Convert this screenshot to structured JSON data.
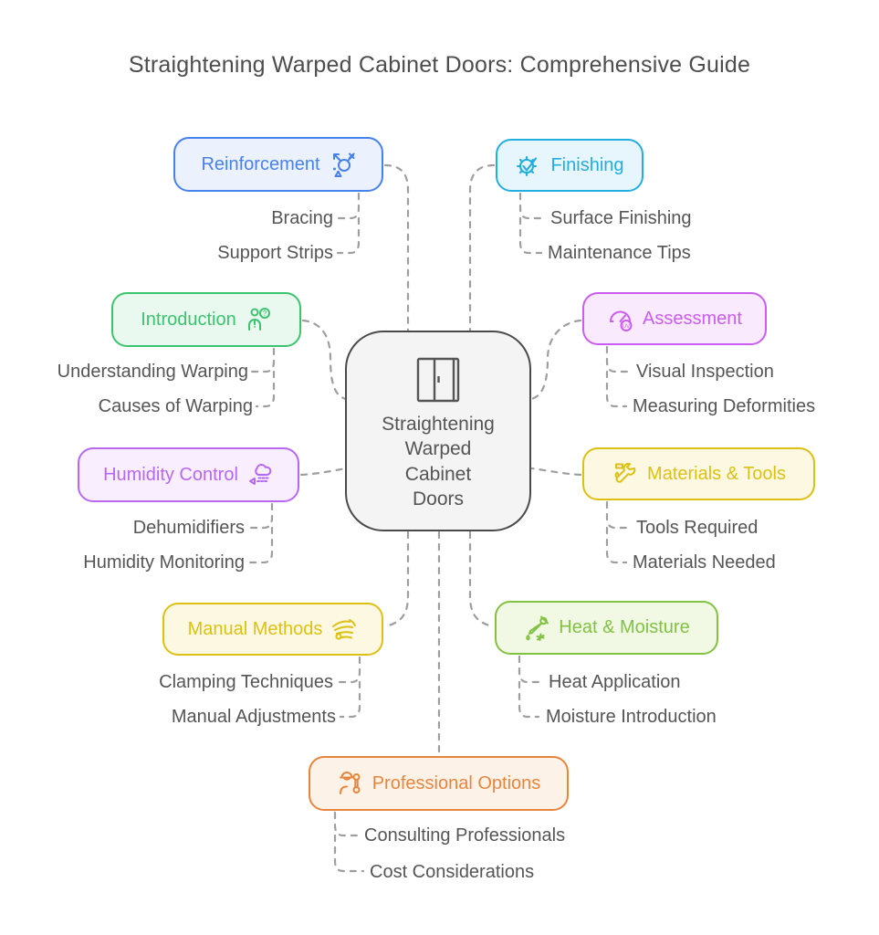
{
  "title": "Straightening Warped Cabinet Doors: Comprehensive Guide",
  "center": {
    "label": "Straightening\nWarped\nCabinet\nDoors",
    "icon": "cabinet-door-icon"
  },
  "branches": [
    {
      "id": "reinforcement",
      "label": "Reinforcement",
      "icon": "scatter-arrows-icon",
      "color": "#4781ec",
      "fill": "#ebf1fd",
      "children": [
        "Bracing",
        "Support Strips"
      ]
    },
    {
      "id": "finishing",
      "label": "Finishing",
      "icon": "gear-check-icon",
      "color": "#22aede",
      "fill": "#e7f6fd",
      "children": [
        "Surface Finishing",
        "Maintenance Tips"
      ]
    },
    {
      "id": "introduction",
      "label": "Introduction",
      "icon": "person-question-icon",
      "color": "#3bc46e",
      "fill": "#e9f9f0",
      "children": [
        "Understanding Warping",
        "Causes of Warping"
      ]
    },
    {
      "id": "assessment",
      "label": "Assessment",
      "icon": "gauge-uv-icon",
      "color": "#cb5cf0",
      "fill": "#f9ebfd",
      "children": [
        "Visual Inspection",
        "Measuring Deformities"
      ]
    },
    {
      "id": "humidity-control",
      "label": "Humidity Control",
      "icon": "cloud-rain-icon",
      "color": "#b767f2",
      "fill": "#f8eefe",
      "children": [
        "Dehumidifiers",
        "Humidity Monitoring"
      ]
    },
    {
      "id": "materials-tools",
      "label": "Materials & Tools",
      "icon": "wrench-drop-icon",
      "color": "#ddc112",
      "fill": "#fcf8e2",
      "children": [
        "Tools Required",
        "Materials Needed"
      ]
    },
    {
      "id": "manual-methods",
      "label": "Manual Methods",
      "icon": "hand-scribble-icon",
      "color": "#ddc112",
      "fill": "#fcf8e2",
      "children": [
        "Clamping Techniques",
        "Manual Adjustments"
      ]
    },
    {
      "id": "heat-moisture",
      "label": "Heat & Moisture",
      "icon": "dropper-icon",
      "color": "#82c243",
      "fill": "#f1f9e5",
      "children": [
        "Heat Application",
        "Moisture Introduction"
      ]
    },
    {
      "id": "professional-options",
      "label": "Professional Options",
      "icon": "worker-wrench-icon",
      "color": "#e8853d",
      "fill": "#fdf2e7",
      "children": [
        "Consulting Professionals",
        "Cost Considerations"
      ]
    }
  ],
  "colors": {
    "title_text": "#4d4d4d",
    "text": "#555555",
    "connector": "#9e9e9e",
    "center_border": "#4a4a4a",
    "center_fill": "#f4f4f4",
    "center_text": "#555555"
  }
}
